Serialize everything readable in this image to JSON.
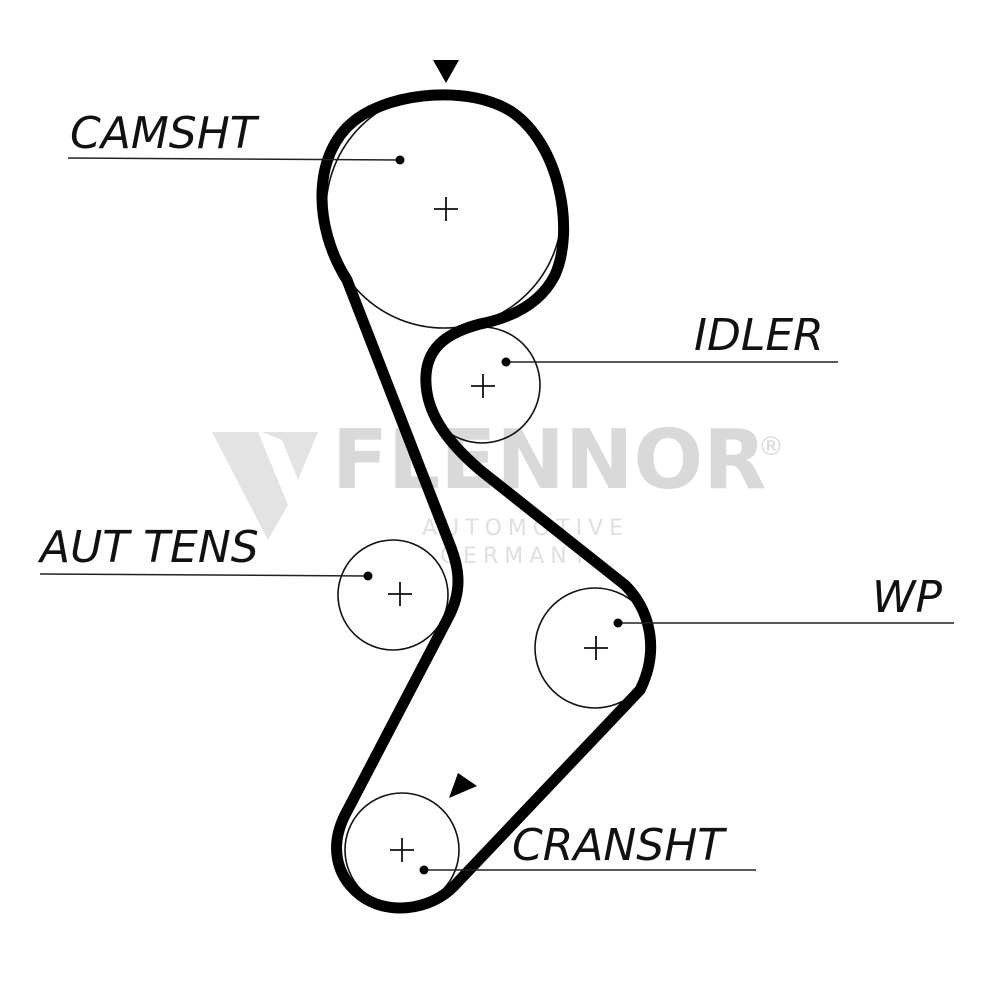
{
  "labels": {
    "camshaft": "CAMSHT",
    "idler": "IDLER",
    "auto_tensioner": "AUT TENS",
    "water_pump": "WP",
    "crankshaft": "CRANSHT"
  },
  "watermark": {
    "brand": "FLENNOR",
    "registered": "®",
    "line1": "AUTOMOTIVE",
    "line2": "GERMANY"
  },
  "colors": {
    "belt": "#000000",
    "pulley_outline": "#111111",
    "leader_line": "#222222",
    "watermark": "#d9d9d9"
  },
  "icons": {
    "timing_marks": "triangle-arrow",
    "pulley_centers": "plus-cross"
  }
}
